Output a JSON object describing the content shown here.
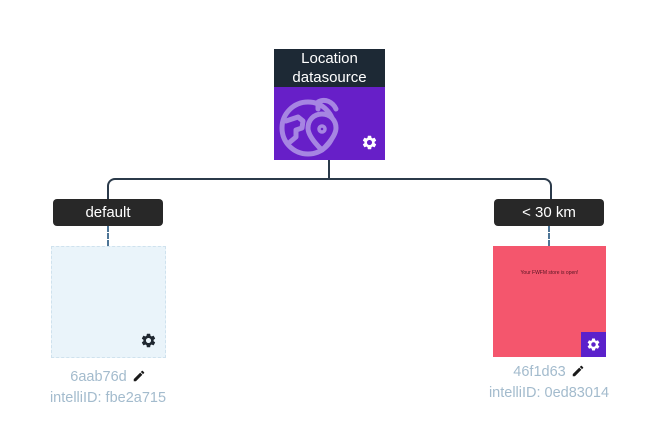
{
  "root_node": {
    "title": "Location datasource",
    "colors": {
      "header_bg": "#1d2935",
      "body_bg": "#671fc8",
      "globe": "#a685e2"
    }
  },
  "tree": {
    "line_color": "#2b3a4a",
    "dashed_color": "#4d7596"
  },
  "branches": [
    {
      "label": "default",
      "box": {
        "bg": "#eaf4fa",
        "border": "#cfe2ee",
        "gear_color": "#1f2730"
      },
      "caption_id": "6aab76d",
      "caption_intelli": "intelliID: fbe2a715"
    },
    {
      "label": "< 30 km",
      "box": {
        "bg": "#f4566d",
        "gear_bg": "#5b21cb",
        "preview_text": "Your FWFM store is open!"
      },
      "caption_id": "46f1d63",
      "caption_intelli": "intelliID: 0ed83014"
    }
  ]
}
